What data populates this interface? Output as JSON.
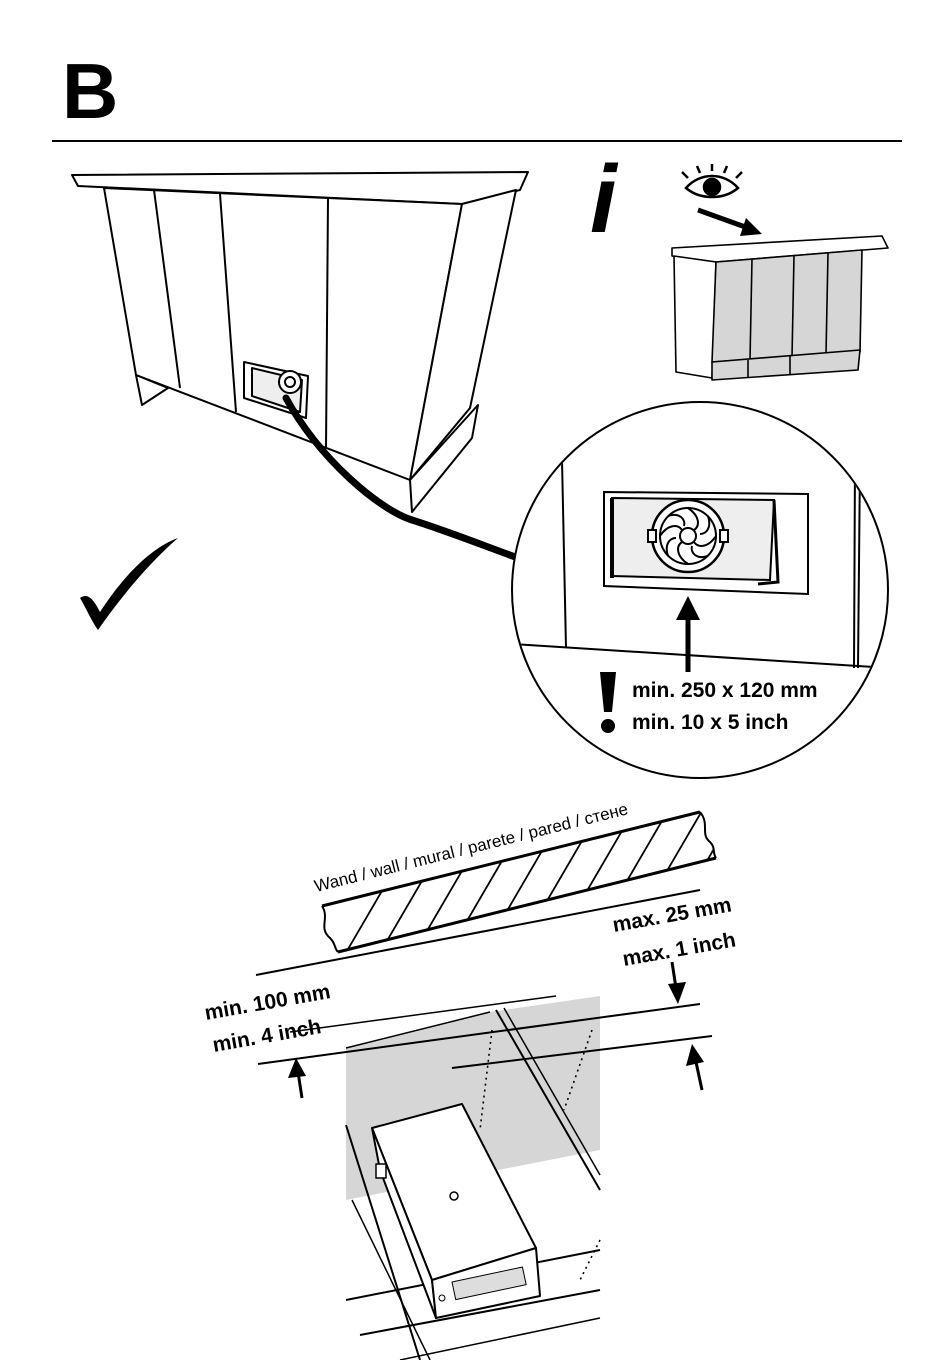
{
  "section": {
    "letter": "B"
  },
  "info_icon": {
    "glyph": "i"
  },
  "check_icon": {
    "glyph": "✓"
  },
  "warning_icon": {
    "glyph": "!"
  },
  "opening": {
    "line1": "min. 250 x 120 mm",
    "line2": "min. 10 x 5 inch"
  },
  "wall": {
    "label": "Wand / wall / mural / parete / pared / стене"
  },
  "clearance_min": {
    "line1": "min. 100 mm",
    "line2": "min. 4 inch"
  },
  "clearance_max": {
    "line1": "max. 25 mm",
    "line2": "max. 1 inch"
  },
  "colors": {
    "ink": "#000000",
    "shade": "#d6d6d6",
    "paper": "#ffffff"
  }
}
